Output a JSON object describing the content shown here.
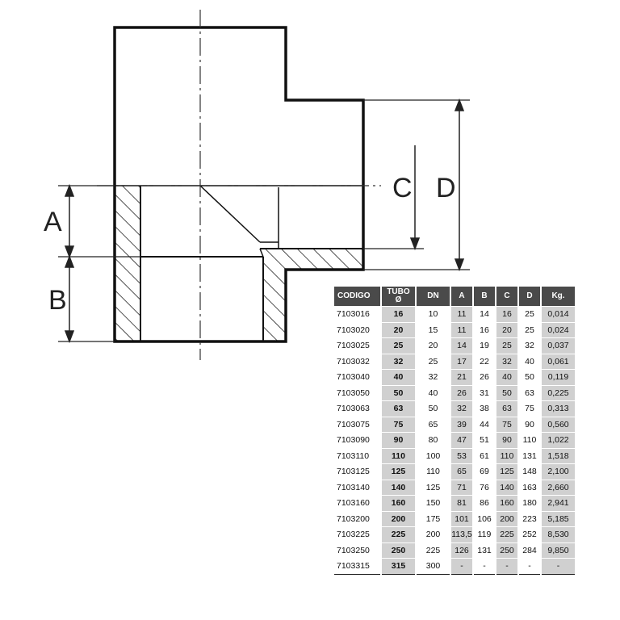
{
  "labels": {
    "A": "A",
    "B": "B",
    "C": "C",
    "D": "D"
  },
  "table": {
    "headers": [
      "CODIGO",
      "TUBO",
      "DN",
      "A",
      "B",
      "C",
      "D",
      "Kg."
    ],
    "tubo_symbol": "Ø",
    "rows": [
      [
        "7103016",
        "16",
        "10",
        "11",
        "14",
        "16",
        "25",
        "0,014"
      ],
      [
        "7103020",
        "20",
        "15",
        "11",
        "16",
        "20",
        "25",
        "0,024"
      ],
      [
        "7103025",
        "25",
        "20",
        "14",
        "19",
        "25",
        "32",
        "0,037"
      ],
      [
        "7103032",
        "32",
        "25",
        "17",
        "22",
        "32",
        "40",
        "0,061"
      ],
      [
        "7103040",
        "40",
        "32",
        "21",
        "26",
        "40",
        "50",
        "0,119"
      ],
      [
        "7103050",
        "50",
        "40",
        "26",
        "31",
        "50",
        "63",
        "0,225"
      ],
      [
        "7103063",
        "63",
        "50",
        "32",
        "38",
        "63",
        "75",
        "0,313"
      ],
      [
        "7103075",
        "75",
        "65",
        "39",
        "44",
        "75",
        "90",
        "0,560"
      ],
      [
        "7103090",
        "90",
        "80",
        "47",
        "51",
        "90",
        "110",
        "1,022"
      ],
      [
        "7103110",
        "110",
        "100",
        "53",
        "61",
        "110",
        "131",
        "1,518"
      ],
      [
        "7103125",
        "125",
        "110",
        "65",
        "69",
        "125",
        "148",
        "2,100"
      ],
      [
        "7103140",
        "140",
        "125",
        "71",
        "76",
        "140",
        "163",
        "2,660"
      ],
      [
        "7103160",
        "160",
        "150",
        "81",
        "86",
        "160",
        "180",
        "2,941"
      ],
      [
        "7103200",
        "200",
        "175",
        "101",
        "106",
        "200",
        "223",
        "5,185"
      ],
      [
        "7103225",
        "225",
        "200",
        "113,5",
        "119",
        "225",
        "252",
        "8,530"
      ],
      [
        "7103250",
        "250",
        "225",
        "126",
        "131",
        "250",
        "284",
        "9,850"
      ],
      [
        "7103315",
        "315",
        "300",
        "-",
        "-",
        "-",
        "-",
        "-"
      ]
    ]
  }
}
